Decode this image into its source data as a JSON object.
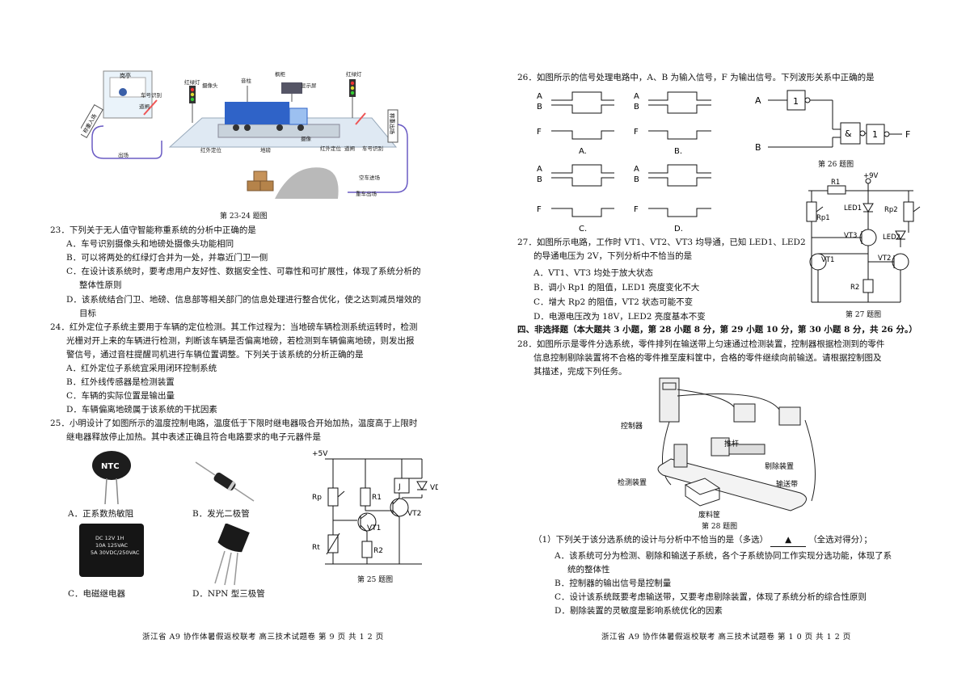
{
  "left": {
    "figure_23_24": {
      "labels": {
        "sentry": "岗亭",
        "plate_reader_in": "车号识别",
        "gate_in": "道闸",
        "weighing_sign_in": "称重入场",
        "red_light_left": "红绿灯",
        "camera_left": "摄像头",
        "speaker": "音柱",
        "crane": "枫柜",
        "display": "显示屏",
        "red_light_right": "红绿灯",
        "ir_left": "红外定位",
        "scale": "地磅",
        "camera_right": "摄像",
        "ir_right": "红外定位",
        "gate_out": "道闸",
        "plate_reader_out": "车号识别",
        "weighing_sign_out": "称重出场",
        "exit": "出场",
        "empty_entry": "空车进场",
        "heavy_exit": "重车出场"
      },
      "caption": "第 23-24 题图"
    },
    "q23": {
      "stem": "23．下列关于无人值守智能称重系统的分析中正确的是",
      "A": "A．车号识别摄像头和地磅处摄像头功能相同",
      "B": "B．可以将两处的红绿灯合并为一处，并靠近门卫一侧",
      "C1": "C．在设计该系统时，要考虑用户友好性、数据安全性、可靠性和可扩展性，体现了系统分析的",
      "C2": "整体性原则",
      "D1": "D．该系统结合门卫、地磅、信息部等相关部门的信息处理进行整合优化，使之达到减员增效的",
      "D2": "目标"
    },
    "q24": {
      "l1": "24．红外定位子系统主要用于车辆的定位检测。其工作过程为：当地磅车辆检测系统运转时，检测",
      "l2": "光栅对开上来的车辆进行检测，判断该车辆是否偏离地磅，若检测到车辆偏离地磅，则发出报",
      "l3": "警信号，通过音柱提醒司机进行车辆位置调整。下列关于该系统的分析正确的是",
      "A": "A．红外定位子系统宜采用闭环控制系统",
      "B": "B．红外线传感器是检测装置",
      "C": "C．车辆的实际位置是输出量",
      "D": "D．车辆偏离地磅属于该系统的干扰因素"
    },
    "q25": {
      "l1": "25．小明设计了如图所示的温度控制电路，温度低于下限时继电器吸合开始加热，温度高于上限时",
      "l2": "继电器释放停止加热。其中表述正确且符合电路要求的电子元器件是",
      "ntc_label": "NTC",
      "A": "A．正系数热敏阻",
      "B": "B．发光二极管",
      "relay_lines": [
        "DC 12V 1H",
        "10A 125VAC",
        "5A 30VDC/250VAC"
      ],
      "C": "C．电磁继电器",
      "D": "D．NPN 型三极管",
      "circuit": {
        "vcc": "+5V",
        "rp": "Rp",
        "r1": "R1",
        "r2": "R2",
        "rt": "Rt",
        "vt1": "VT1",
        "vt2": "VT2",
        "j": "J",
        "vd": "VD"
      },
      "caption": "第 25 题图"
    },
    "footer": "浙江省 A9 协作体暑假返校联考  高三技术试题卷  第 9 页 共 1 2 页"
  },
  "right": {
    "q26": {
      "stem": "26．如图所示的信号处理电路中，A、B 为输入信号，F 为输出信号。下列波形关系中正确的是",
      "waves": [
        {
          "opt": "A.",
          "A": "A",
          "B": "B",
          "F": "F"
        },
        {
          "opt": "B.",
          "A": "A",
          "B": "B",
          "F": "F"
        },
        {
          "opt": "C.",
          "A": "A",
          "B": "B",
          "F": "F"
        },
        {
          "opt": "D.",
          "A": "A",
          "B": "B",
          "F": "F"
        }
      ],
      "logic": {
        "a": "A",
        "b": "B",
        "f": "F",
        "not1": "1",
        "and": "&",
        "not2": "1"
      },
      "caption": "第 26 题图"
    },
    "q27": {
      "l1": "27．如图所示电路，工作时 VT1、VT2、VT3 均导通，已知 LED1、LED2",
      "l2": "的导通电压为 2V，下列分析中不恰当的是",
      "A": "A．VT1、VT3 均处于放大状态",
      "B": "B．调小 Rp1 的阻值，LED1 亮度变化不大",
      "C": "C．增大 Rp2 的阻值，VT2 状态可能不变",
      "D": "D．电源电压改为 18V，LED2 亮度基本不变",
      "circuit": {
        "vcc": "+9V",
        "r1": "R1",
        "rp1": "Rp1",
        "led1": "LED1",
        "rp2": "Rp2",
        "led2": "LED2",
        "vt3": "VT3",
        "vt1": "VT1",
        "vt2": "VT2",
        "r2": "R2"
      },
      "caption": "第 27 题图"
    },
    "section4": "四、非选择题（本大题共 3 小题，第 28 小题 8 分，第 29 小题 10 分，第 30 小题 8 分，共 26 分。）",
    "q28": {
      "l1": "28．如图所示是零件分选系统，零件排列在输送带上匀速通过检测装置，控制器根据检测到的零件",
      "l2": "信息控制剔除装置将不合格的零件推至废料筐中，合格的零件继续向前输送。请根据控制图及",
      "l3": "其描述，完成下列任务。",
      "fig": {
        "controller": "控制器",
        "pusher": "推杆",
        "reject": "剔除装置",
        "detect": "检测装置",
        "belt": "输送带",
        "bin": "废料筐"
      },
      "caption": "第 28 题图",
      "sub1_pre": "（1）下列关于该分选系统的设计与分析中不恰当的是（多选）",
      "sub1_blank": "▲",
      "sub1_post": "（全选对得分）；",
      "A1": "A．该系统可分为检测、剔除和输送子系统，各个子系统协同工作实现分选功能，体现了系",
      "A2": "统的整体性",
      "B": "B．控制器的输出信号是控制量",
      "C": "C．设计该系统既要考虑输送带，又要考虑剔除装置，体现了系统分析的综合性原则",
      "D": "D．剔除装置的灵敏度是影响系统优化的因素"
    },
    "footer": "浙江省 A9 协作体暑假返校联考  高三技术试题卷  第 1 0 页 共 1 2 页"
  }
}
